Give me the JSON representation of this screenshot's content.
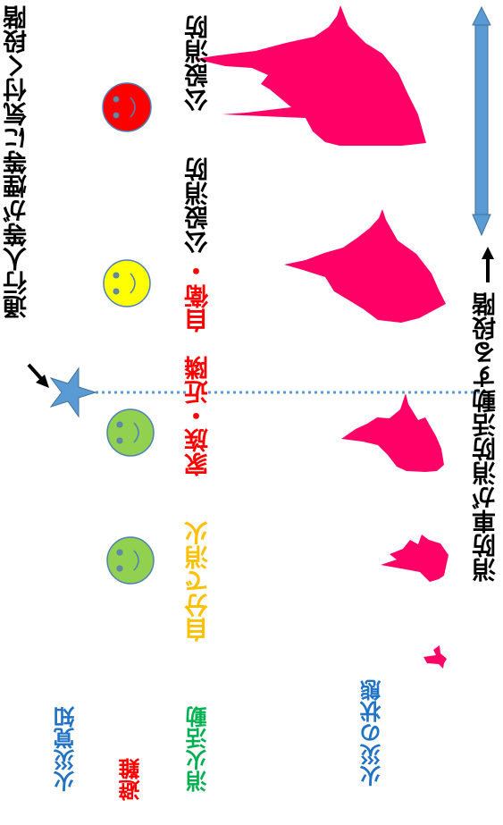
{
  "labels": {
    "fire_awareness": "火災覚知",
    "evacuation": "避難",
    "firefighting": "消火活動",
    "fire_state": "火災の状態"
  },
  "firefighting_stages": {
    "self": "自分で消火",
    "family_neighbors": "家族・近隣",
    "self_defense": "自衛",
    "dot": "・",
    "public_fire_1": "公設消防",
    "public_fire_2": "公設消防"
  },
  "annotations": {
    "passerby": "通行人等が煙等に気付く段階",
    "fire_engine": "消防車が消防活動する段階"
  },
  "colors": {
    "flame": "#ff0066",
    "face_green": "#92d050",
    "face_yellow": "#ffff00",
    "face_red": "#ff0000",
    "star": "#5b9bd5",
    "arrow_blue": "#5b9bd5",
    "dotted_line": "#5b9bd5"
  }
}
